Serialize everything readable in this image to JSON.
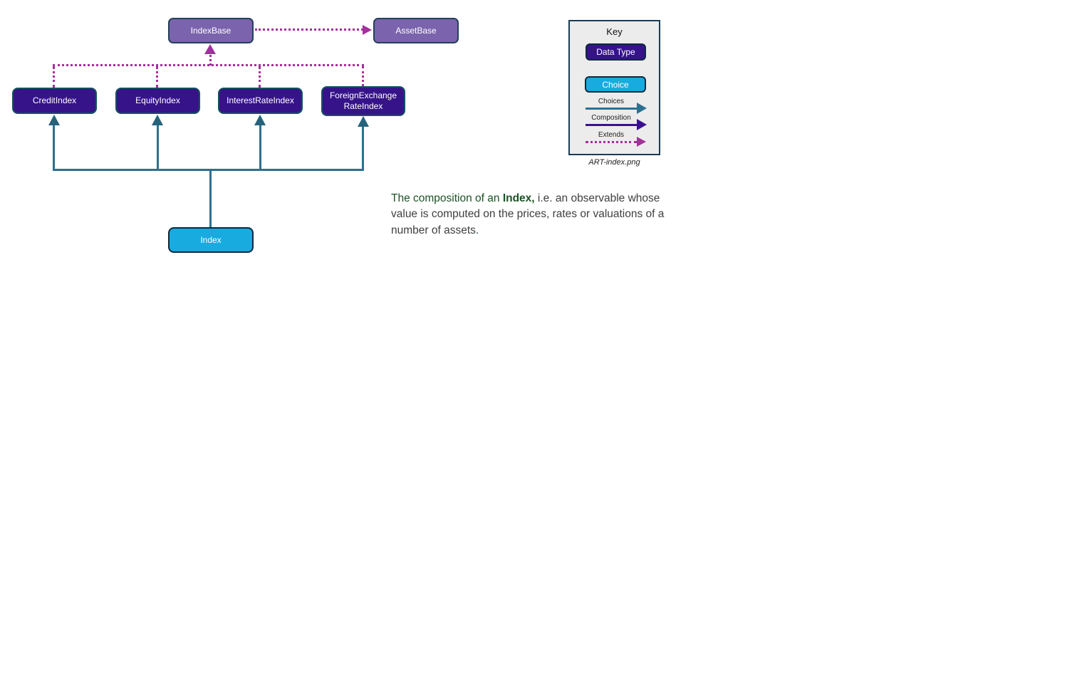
{
  "diagram": {
    "nodes": {
      "index_base": {
        "label": "IndexBase",
        "kind": "base"
      },
      "asset_base": {
        "label": "AssetBase",
        "kind": "base"
      },
      "credit_index": {
        "label": "CreditIndex",
        "kind": "data-type"
      },
      "equity_index": {
        "label": "EquityIndex",
        "kind": "data-type"
      },
      "interest_rate_index": {
        "label": "InterestRateIndex",
        "kind": "data-type"
      },
      "fx_rate_index": {
        "label": "ForeignExchange\nRateIndex",
        "kind": "data-type"
      },
      "index": {
        "label": "Index",
        "kind": "choice"
      }
    },
    "relations": [
      {
        "from": "index_base",
        "to": "asset_base",
        "type": "extends"
      },
      {
        "from": "credit_index",
        "to": "index_base",
        "type": "extends"
      },
      {
        "from": "equity_index",
        "to": "index_base",
        "type": "extends"
      },
      {
        "from": "interest_rate_index",
        "to": "index_base",
        "type": "extends"
      },
      {
        "from": "fx_rate_index",
        "to": "index_base",
        "type": "extends"
      },
      {
        "from": "index",
        "to": "credit_index",
        "type": "choices"
      },
      {
        "from": "index",
        "to": "equity_index",
        "type": "choices"
      },
      {
        "from": "index",
        "to": "interest_rate_index",
        "type": "choices"
      },
      {
        "from": "index",
        "to": "fx_rate_index",
        "type": "choices"
      }
    ],
    "colors": {
      "base_fill": "#7b64ad",
      "data_type_fill": "#361389",
      "choice_fill": "#18abe0",
      "choices_arrow": "#2e708f",
      "composition_arrow": "#3b1191",
      "extends_arrow": "#a3309b"
    }
  },
  "key": {
    "title": "Key",
    "data_type_label": "Data Type",
    "choice_label": "Choice",
    "arrows": [
      {
        "label": "Choices",
        "style": "solid",
        "color": "#2e708f"
      },
      {
        "label": "Composition",
        "style": "solid",
        "color": "#3b1191"
      },
      {
        "label": "Extends",
        "style": "dotted",
        "color": "#a3309b"
      }
    ],
    "caption": "ART-index.png"
  },
  "note": {
    "lead_green": "The composition of an ",
    "term_bold": "Index,",
    "body": " i.e. an observable whose value is computed on the prices, rates or valuations of a number of assets",
    "terminator": ".",
    "green_color": "#1c5226",
    "body_color": "#3f3f3f"
  }
}
